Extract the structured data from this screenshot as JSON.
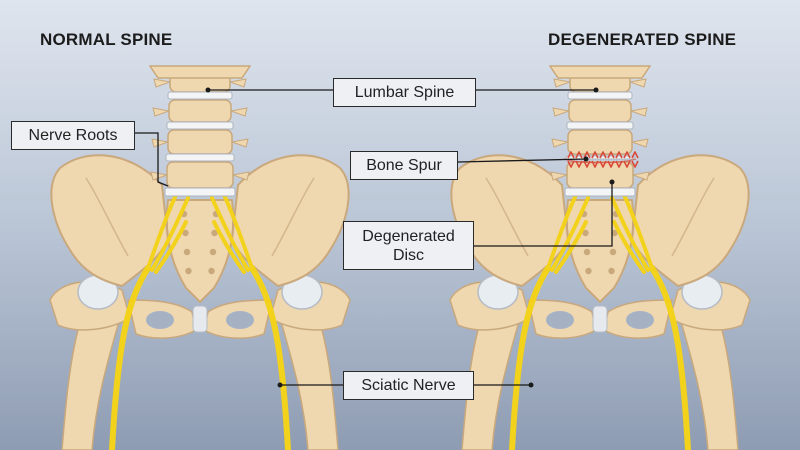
{
  "headings": {
    "left": "NORMAL SPINE",
    "right": "DEGENERATED SPINE"
  },
  "callouts": {
    "lumbar_spine": "Lumbar Spine",
    "nerve_roots": "Nerve Roots",
    "bone_spur": "Bone Spur",
    "degenerated_disc": "Degenerated\nDisc",
    "sciatic_nerve": "Sciatic Nerve"
  },
  "colors": {
    "bone": "#efd7b0",
    "bone_shade": "#c9a87c",
    "disc": "#f3f4f6",
    "nerve": "#f2d21a",
    "bone_spur": "#d94a3a",
    "leader_line": "#1a1a1a"
  }
}
